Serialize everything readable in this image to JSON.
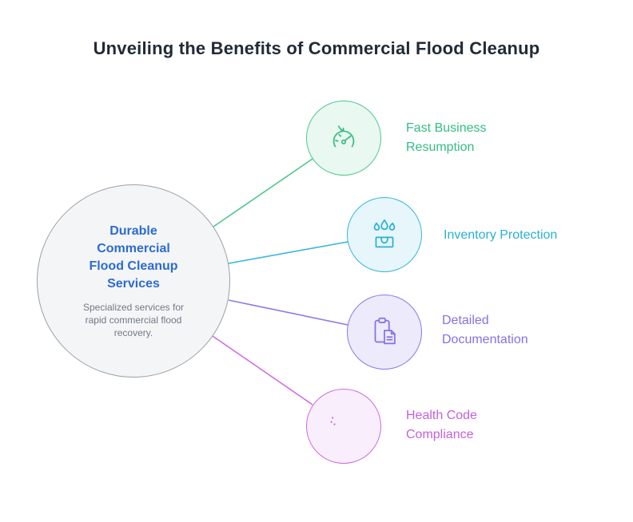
{
  "title": "Unveiling the Benefits of Commercial Flood Cleanup",
  "center": {
    "title": "Durable Commercial Flood Cleanup Services",
    "subtitle": "Specialized services for rapid commercial flood recovery.",
    "fill": "#f4f5f7",
    "border_color": "#9aa1a8",
    "title_color": "#2c6bd2",
    "subtitle_color": "#6f7a85"
  },
  "nodes": [
    {
      "label": "Fast Business Resumption",
      "icon": "speedometer-arrow-icon",
      "color": "#33bd85",
      "fill": "#e9f8f0",
      "border": "#52c98f"
    },
    {
      "label": "Inventory Protection",
      "icon": "water-drops-box-icon",
      "color": "#29b0d8",
      "fill": "#e6f6fb",
      "border": "#35b6dc"
    },
    {
      "label": "Detailed Documentation",
      "icon": "clipboard-document-icon",
      "color": "#8372e6",
      "fill": "#edeafb",
      "border": "#8a79ea"
    },
    {
      "label": "Health Code Compliance",
      "icon": "no-spray-bottle-icon",
      "color": "#c45fdd",
      "fill": "#f9eefc",
      "border": "#cd6ce2"
    }
  ],
  "title_color": "#212b36"
}
